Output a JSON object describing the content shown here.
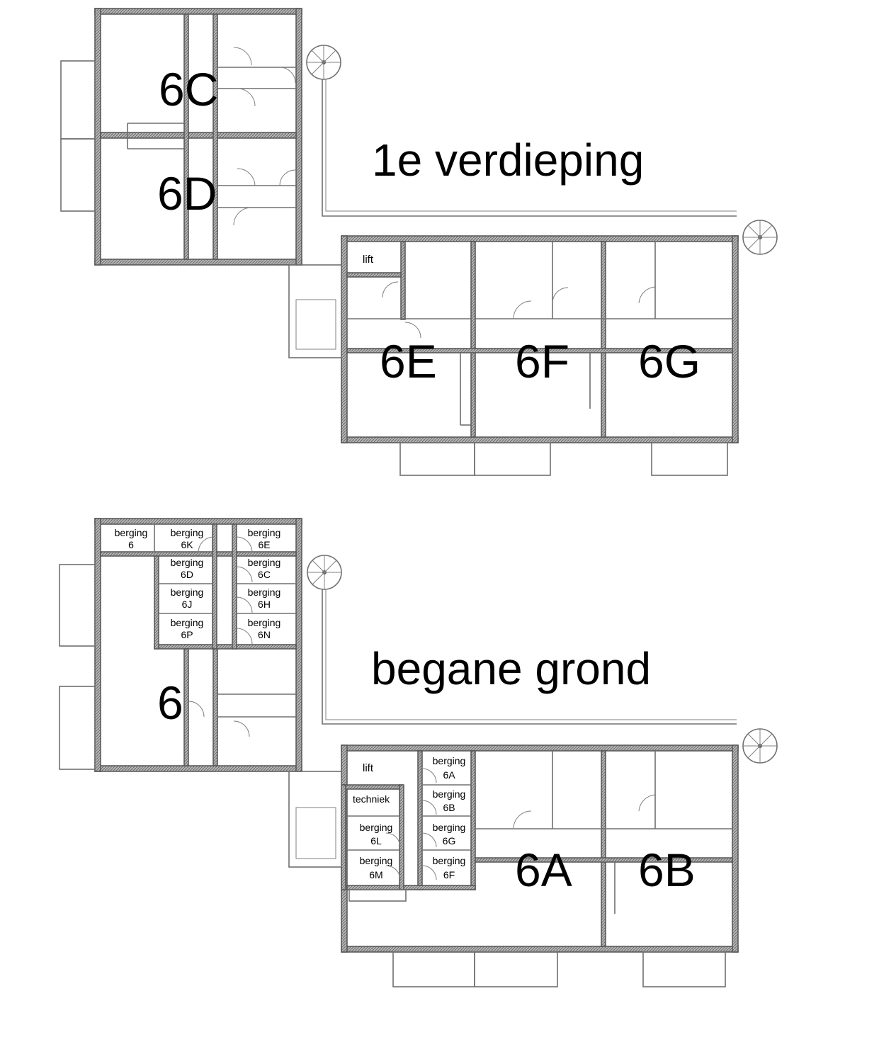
{
  "floors": {
    "first": {
      "title": "1e verdieping",
      "units": [
        "6C",
        "6D",
        "6E",
        "6F",
        "6G"
      ],
      "lift": "lift"
    },
    "ground": {
      "title": "begane grond",
      "units": [
        "6",
        "6A",
        "6B"
      ],
      "lift": "lift",
      "techniek": "techniek",
      "storage_word": "berging",
      "storage_codes": [
        "6",
        "6K",
        "6E",
        "6D",
        "6C",
        "6J",
        "6H",
        "6P",
        "6N",
        "6A",
        "6B",
        "6L",
        "6G",
        "6M",
        "6F"
      ]
    }
  },
  "colors": {
    "wall": "#9a9a9a",
    "line": "#707070",
    "text": "#000000"
  }
}
